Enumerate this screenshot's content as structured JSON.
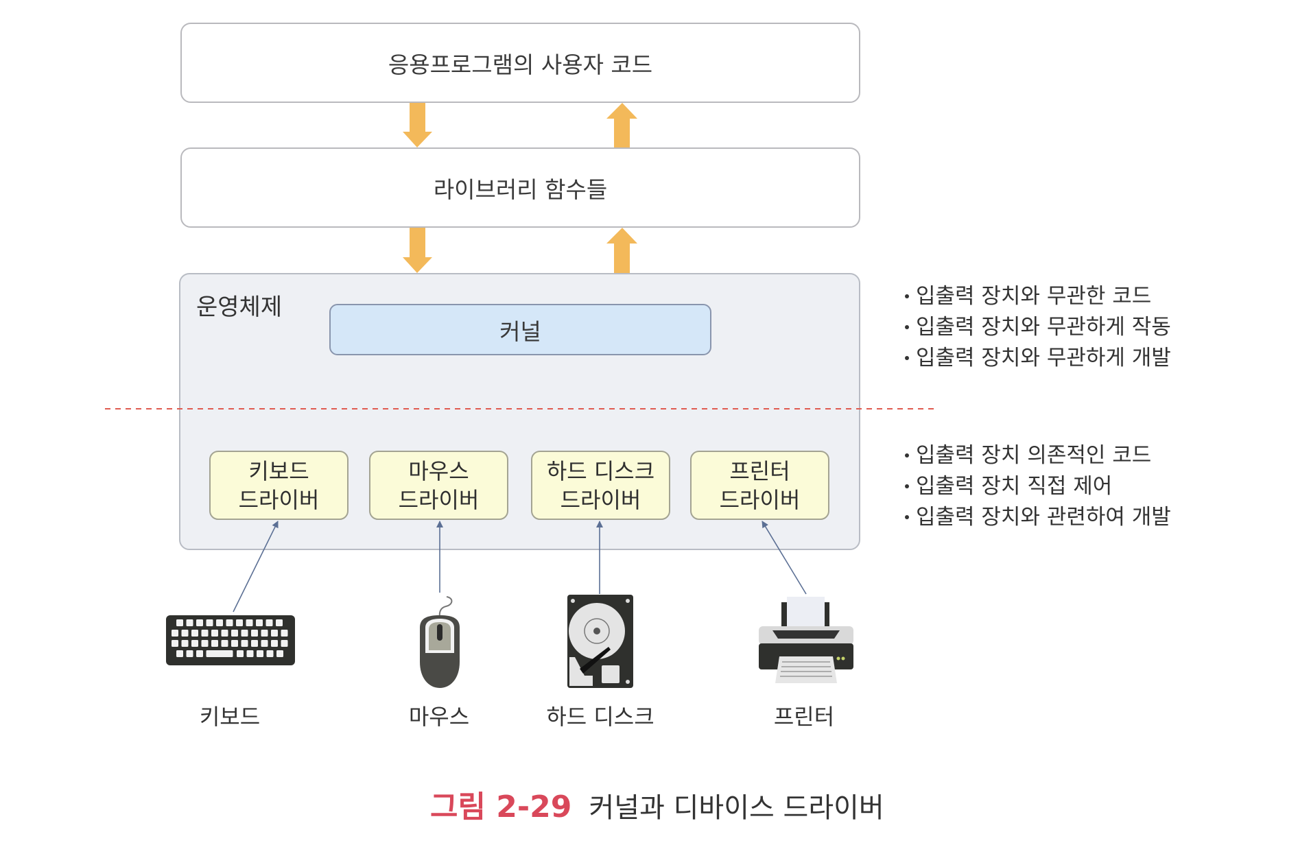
{
  "layers": {
    "app_code": "응용프로그램의 사용자 코드",
    "library": "라이브러리 함수들",
    "os": "운영체제",
    "kernel": "커널"
  },
  "drivers": [
    {
      "line1": "키보드",
      "line2": "드라이버"
    },
    {
      "line1": "마우스",
      "line2": "드라이버"
    },
    {
      "line1": "하드 디스크",
      "line2": "드라이버"
    },
    {
      "line1": "프린터",
      "line2": "드라이버"
    }
  ],
  "devices": [
    {
      "label": "키보드",
      "icon": "keyboard-icon"
    },
    {
      "label": "마우스",
      "icon": "mouse-icon"
    },
    {
      "label": "하드 디스크",
      "icon": "hard-disk-icon"
    },
    {
      "label": "프린터",
      "icon": "printer-icon"
    }
  ],
  "notes": {
    "device_independent": [
      "입출력 장치와 무관한 코드",
      "입출력 장치와 무관하게 작동",
      "입출력 장치와 무관하게 개발"
    ],
    "device_dependent": [
      "입출력 장치 의존적인 코드",
      "입출력 장치 직접 제어",
      "입출력 장치와 관련하여 개발"
    ]
  },
  "caption": {
    "figure": "그림 2-29",
    "title": "커널과 디바이스 드라이버"
  },
  "colors": {
    "arrow": "#f3b95a",
    "divider": "#e05a4f",
    "device_arrow": "#5b6f94",
    "kernel_fill": "#d5e7f8",
    "driver_fill": "#fbfbd8",
    "os_fill": "#eef0f4",
    "caption_accent": "#d9485a"
  }
}
